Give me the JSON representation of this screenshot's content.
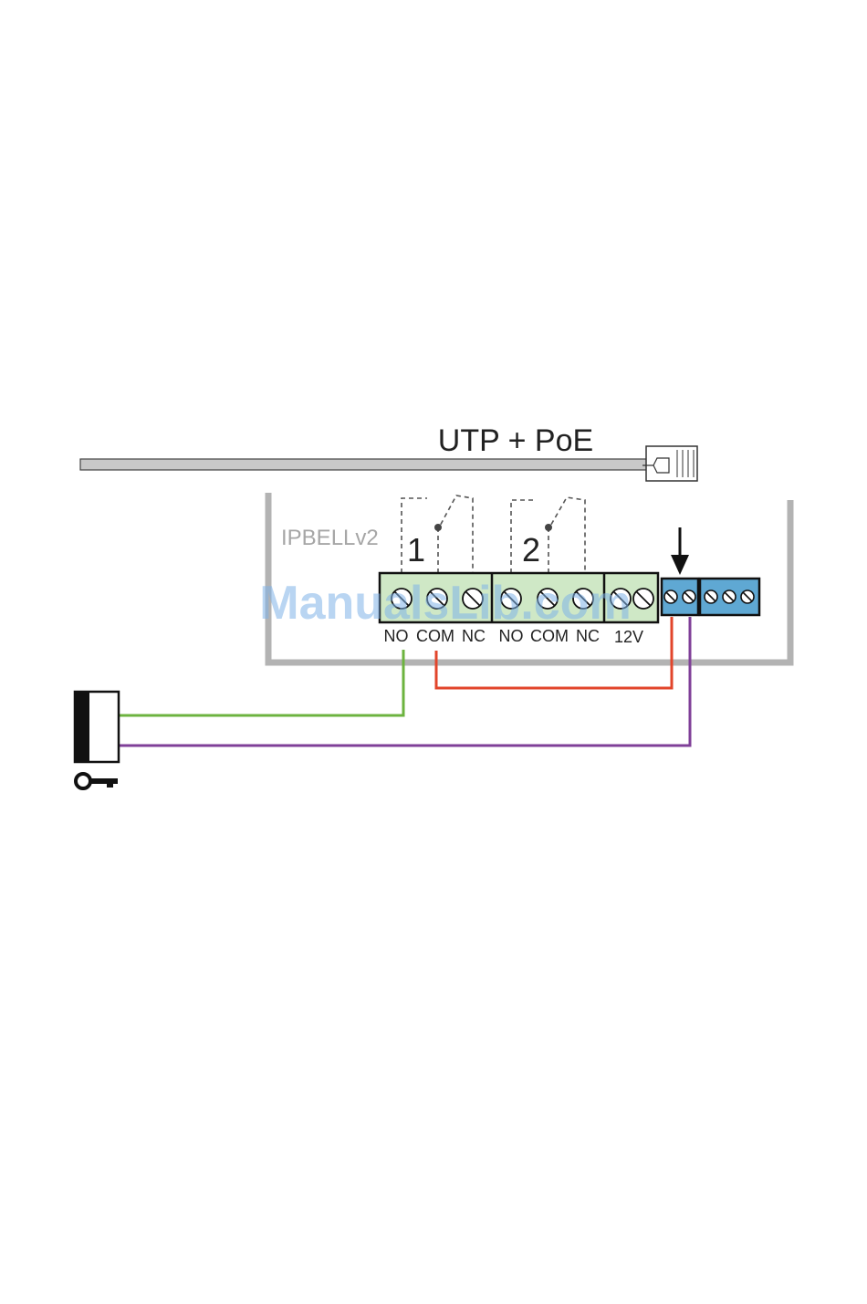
{
  "cable": {
    "label": "UTP + PoE"
  },
  "device": {
    "name": "IPBELLv2"
  },
  "relays": [
    {
      "number": "1",
      "terminals": [
        "NO",
        "COM",
        "NC"
      ]
    },
    {
      "number": "2",
      "terminals": [
        "NO",
        "COM",
        "NC"
      ]
    }
  ],
  "power": {
    "label": "12V"
  },
  "watermark": "ManualsLib.com",
  "colors": {
    "green_wire": "#6cb33f",
    "red_wire": "#e2452b",
    "purple_wire": "#7f3f98",
    "relay_block": "#cfe8c6",
    "input_block": "#5fa8d3",
    "housing": "#b3b3b3"
  },
  "icons": [
    "rj45-connector-icon",
    "door-lock-icon",
    "key-icon",
    "arrow-down-icon"
  ]
}
